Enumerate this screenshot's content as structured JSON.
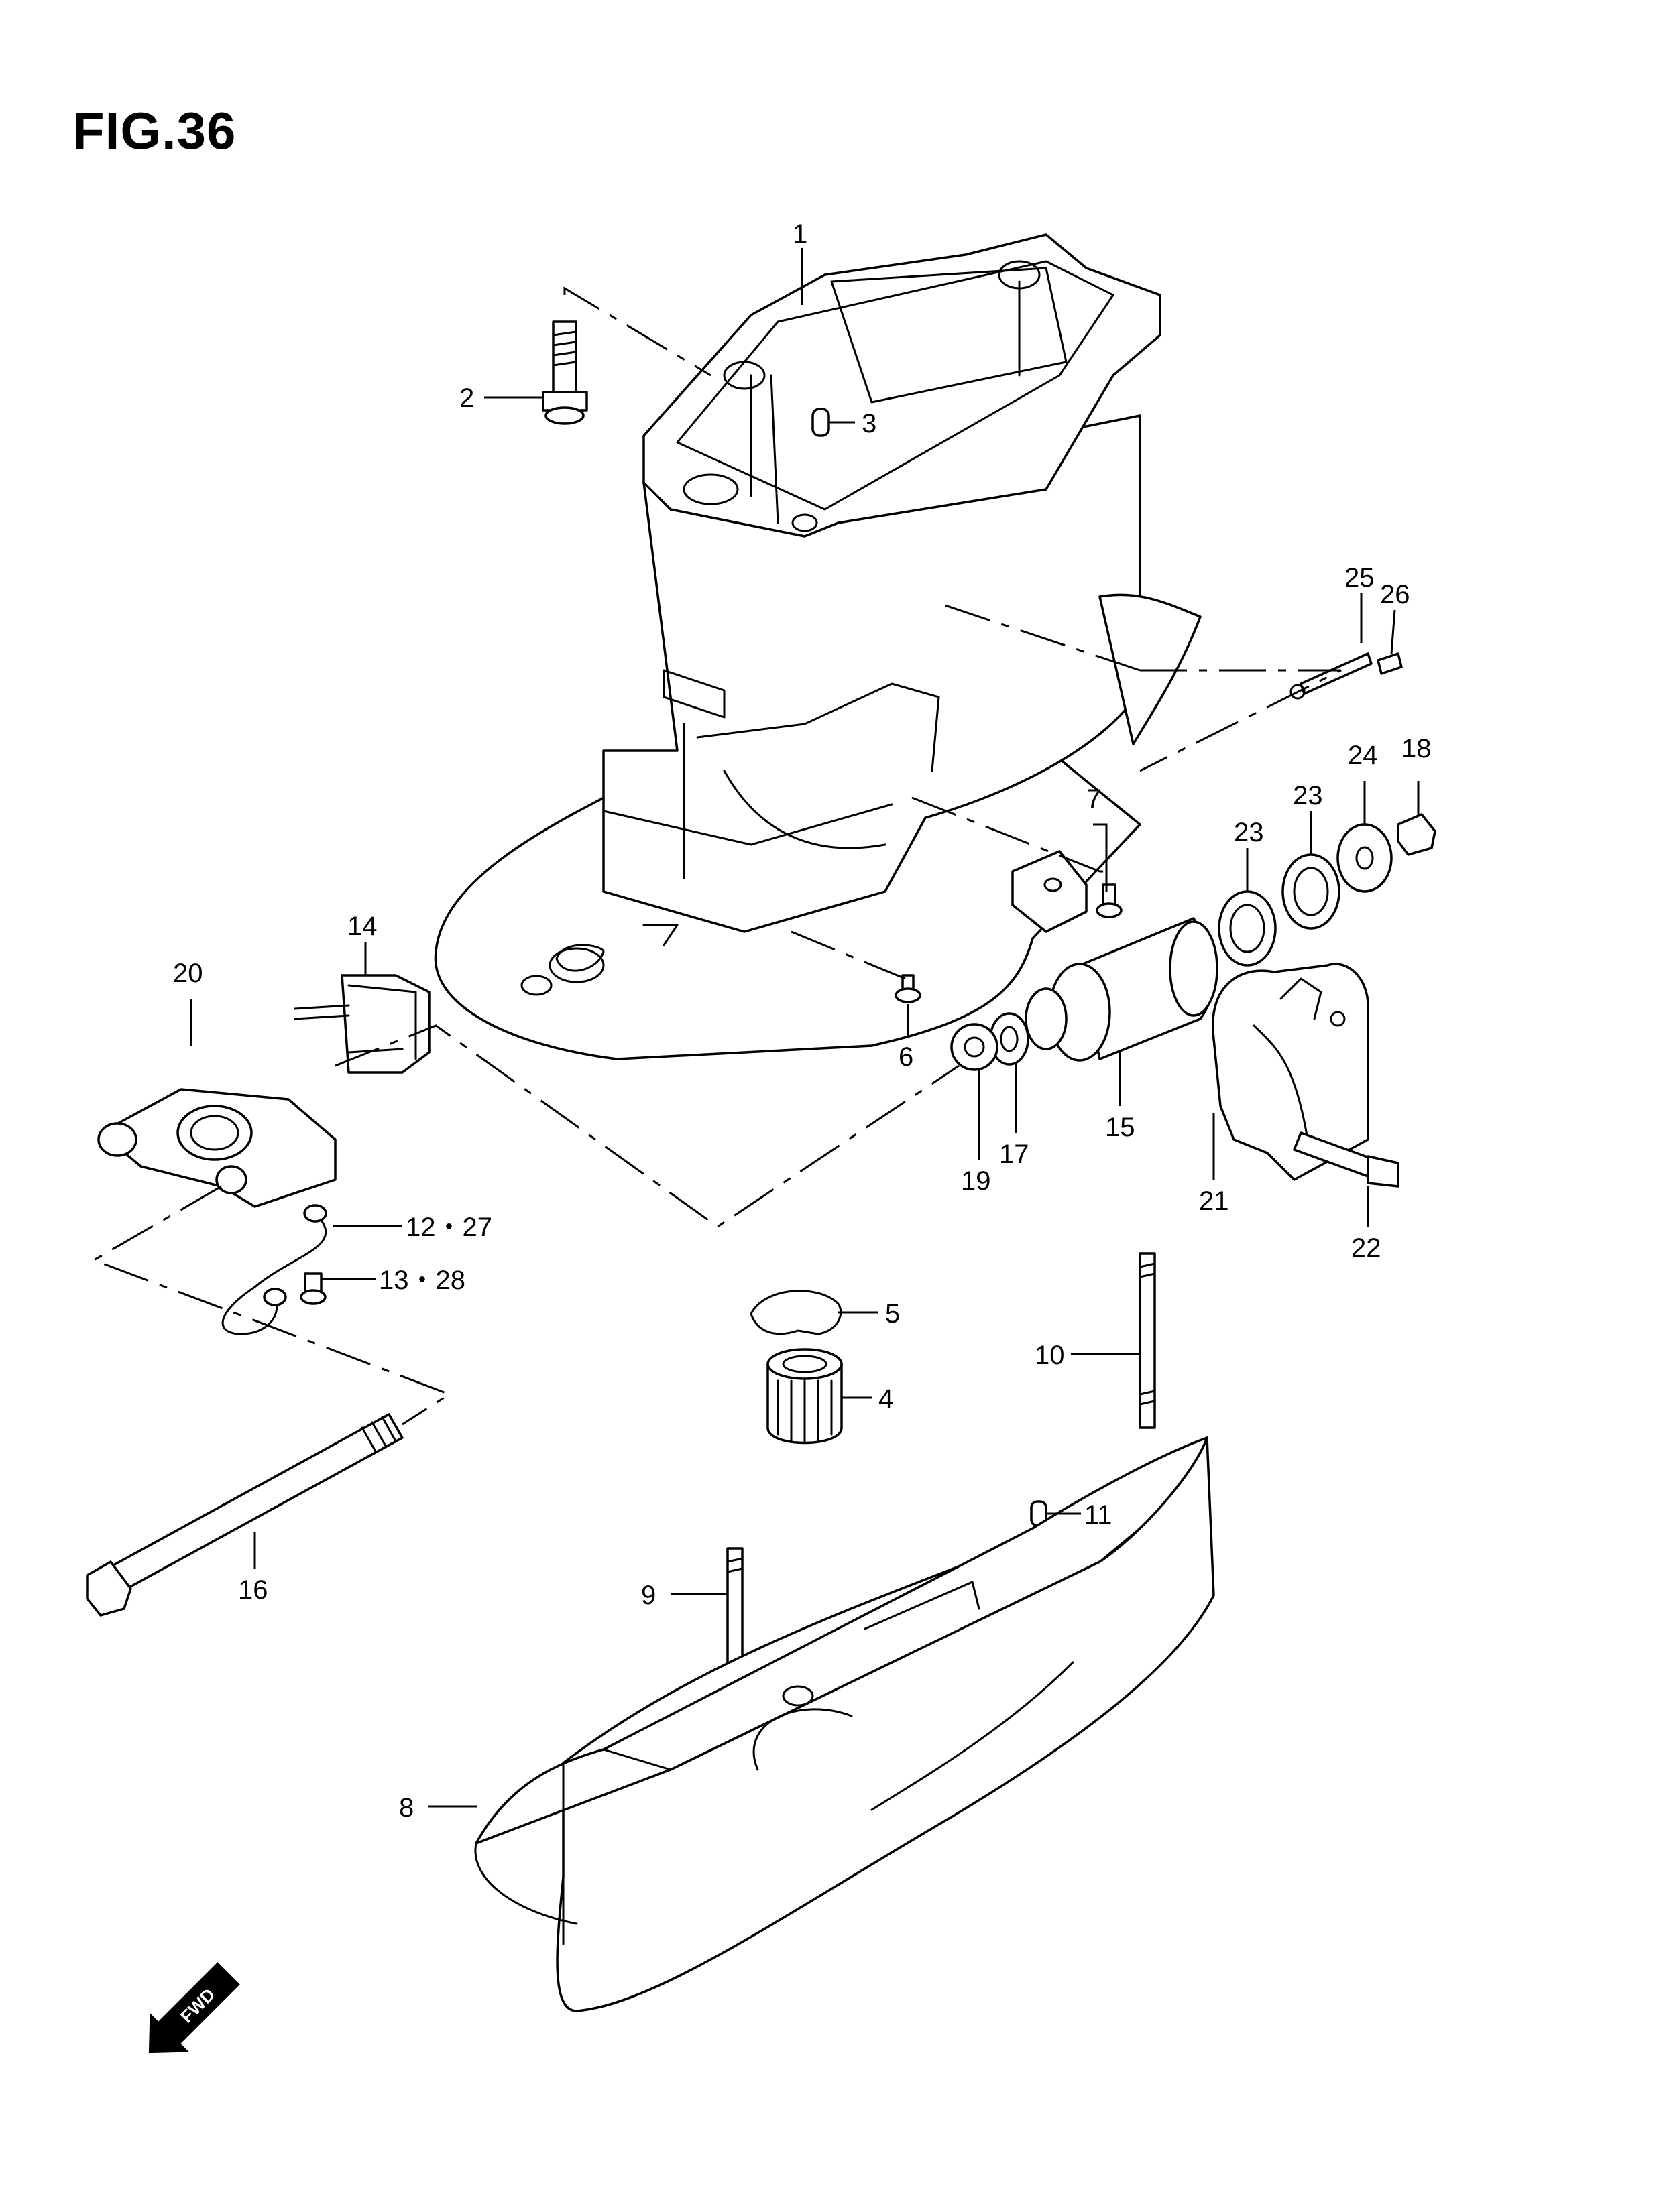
{
  "figure": {
    "title": "FIG.36"
  },
  "callouts": {
    "c1": "1",
    "c2": "2",
    "c3": "3",
    "c4": "4",
    "c5": "5",
    "c6": "6",
    "c7": "7",
    "c8": "8",
    "c9": "9",
    "c10": "10",
    "c11": "11",
    "c12": "12・27",
    "c13": "13・28",
    "c14": "14",
    "c15": "15",
    "c16": "16",
    "c17": "17",
    "c18": "18",
    "c19": "19",
    "c20": "20",
    "c21": "21",
    "c22": "22",
    "c23a": "23",
    "c23b": "23",
    "c24": "24",
    "c25": "25",
    "c26": "26"
  },
  "fwd_arrow": {
    "label": "FWD"
  }
}
